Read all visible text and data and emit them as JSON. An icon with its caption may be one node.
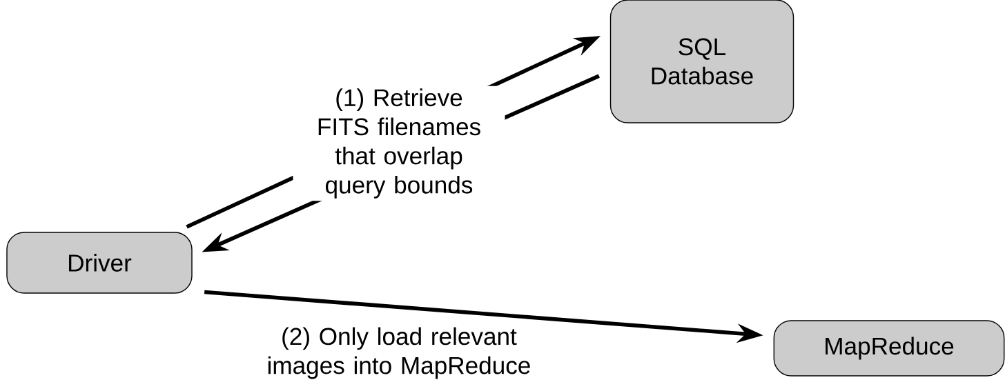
{
  "diagram": {
    "nodes": [
      {
        "text": [
          "SQL Database"
        ]
      },
      {
        "text": [
          "Driver"
        ]
      },
      {
        "text": [
          "MapReduce"
        ]
      }
    ],
    "edges": [
      {
        "from": 1,
        "to": 0,
        "arrow": "to",
        "label": "(1) Retrieve FITS filenames that overlap query bounds"
      },
      {
        "from": 0,
        "to": 1,
        "arrow": "to"
      },
      {
        "from": 1,
        "to": 2,
        "arrow": "to",
        "label": "(2) Only load relevant images into MapReduce"
      }
    ]
  }
}
